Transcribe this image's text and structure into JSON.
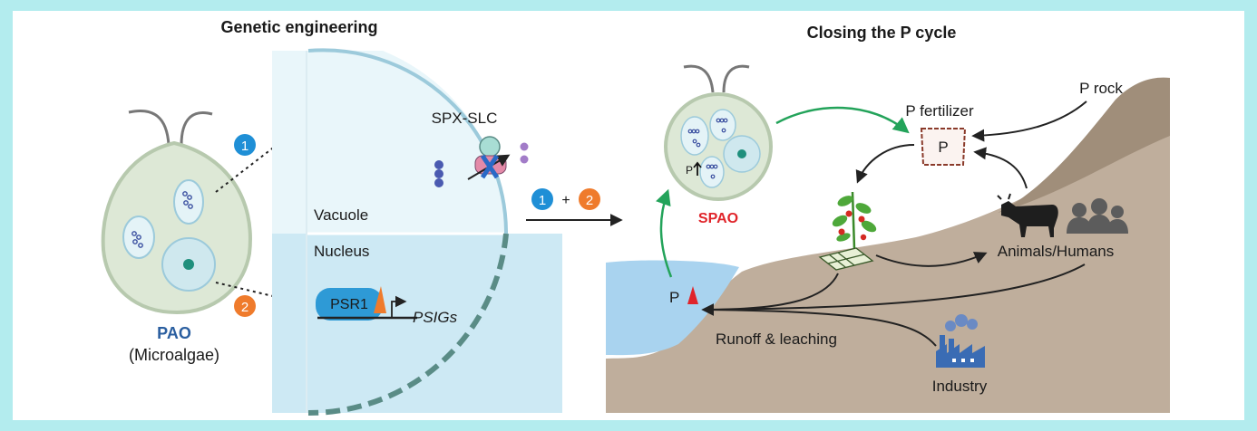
{
  "colors": {
    "frame": "#b3ecee",
    "panel": "#ffffff",
    "cell_fill": "#dde8d6",
    "cell_stroke": "#b7c9ae",
    "vacuole_fill": "#e4f3f7",
    "vacuole_stroke": "#9ccadb",
    "vacuole_region": "#e9f6fa",
    "nucleus_region": "#cde9f4",
    "nucleus_dark": "#5aa896",
    "badge_1": "#1f8fd6",
    "badge_2": "#ef7b2c",
    "spao_red": "#e0242a",
    "pao_blue": "#2b5fa0",
    "soil": "#bfae9c",
    "hill": "#a08e7a",
    "water": "#a9d3ef",
    "green_arrow": "#23a35a",
    "psr1_blue": "#2e9ad6",
    "factory_blue": "#3a6cb4"
  },
  "left": {
    "title": "Genetic engineering",
    "step1_badge": "1",
    "step2_badge": "2",
    "pao_label": "PAO",
    "pao_sublabel": "(Microalgae)",
    "icons": [
      "flagella-icon",
      "polyphosphate-granule-icon",
      "nucleus-icon",
      "dotted-arrow-icon"
    ]
  },
  "middle": {
    "transporter_label": "SPX-SLC",
    "vacuole_label": "Vacuole",
    "nucleus_label": "Nucleus",
    "psr1_label": "PSR1",
    "psigs_label": "PSIGs",
    "combo_badge_1": "1",
    "combo_plus": "+",
    "combo_badge_2": "2",
    "icons": [
      "knockout-x-icon",
      "phosphate-bead-icon",
      "gene-promoter-arrow-icon"
    ]
  },
  "right": {
    "title": "Closing the P cycle",
    "spao_label": "SPAO",
    "p_up_label": "P",
    "fertilizer_label": "P fertilizer",
    "fertilizer_bag_label": "P",
    "rock_label": "P rock",
    "animals_label": "Animals/Humans",
    "water_p_label": "P",
    "runoff_label": "Runoff & leaching",
    "industry_label": "Industry",
    "icons": [
      "tomato-plant-icon",
      "field-plot-icon",
      "cow-icon",
      "people-icon",
      "factory-icon",
      "fertilizer-bag-icon",
      "up-arrow-icon",
      "red-triangle-icon"
    ]
  }
}
